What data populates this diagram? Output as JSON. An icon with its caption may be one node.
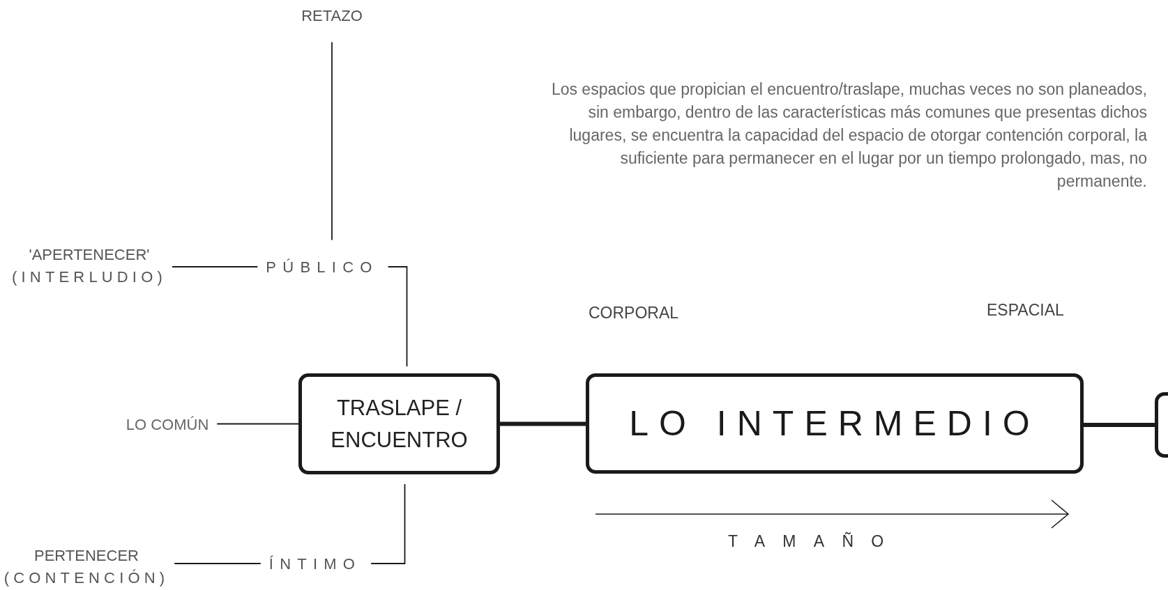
{
  "diagram": {
    "nodes": [
      {
        "text": [
          "RETAZO"
        ]
      },
      {
        "text": [
          "'APERTENECER'",
          "(INTERLUDIO)"
        ]
      },
      {
        "text": [
          "PÚBLICO"
        ]
      },
      {
        "text": [
          "LO COMÚN"
        ]
      },
      {
        "text": [
          "TRASLAPE / ENCUENTRO"
        ]
      },
      {
        "text": [
          "LO INTERMEDIO"
        ]
      },
      {
        "text": [],
        "shape": "box"
      },
      {
        "text": [
          "PERTENECER",
          "(CONTENCIÓN)"
        ]
      },
      {
        "text": [
          "ÍNTIMO"
        ]
      }
    ],
    "edges": [
      {
        "from": 0,
        "to": 2,
        "arrow": "none"
      },
      {
        "from": 1,
        "to": 2,
        "arrow": "none"
      },
      {
        "from": 2,
        "to": 4,
        "arrow": "none"
      },
      {
        "from": 3,
        "to": 4,
        "arrow": "none"
      },
      {
        "from": 4,
        "to": 5,
        "arrow": "none",
        "style": "thick"
      },
      {
        "from": 5,
        "to": 6,
        "arrow": "none",
        "style": "thick"
      },
      {
        "from": 8,
        "to": 4,
        "arrow": "none"
      },
      {
        "from": 7,
        "to": 8,
        "arrow": "none"
      }
    ],
    "labels": [
      "Los espacios que propician el encuentro/traslape, muchas veces no son planeados, sin embargo, dentro de las características más comunes que presentas dichos lugares, se encuentra la capacidad del espacio de otorgar contención corporal, la suficiente para permanecer en el lugar por un tiempo prolongado, mas, no permanente.",
      "CORPORAL",
      "ESPACIAL",
      "TAMAÑO"
    ]
  }
}
